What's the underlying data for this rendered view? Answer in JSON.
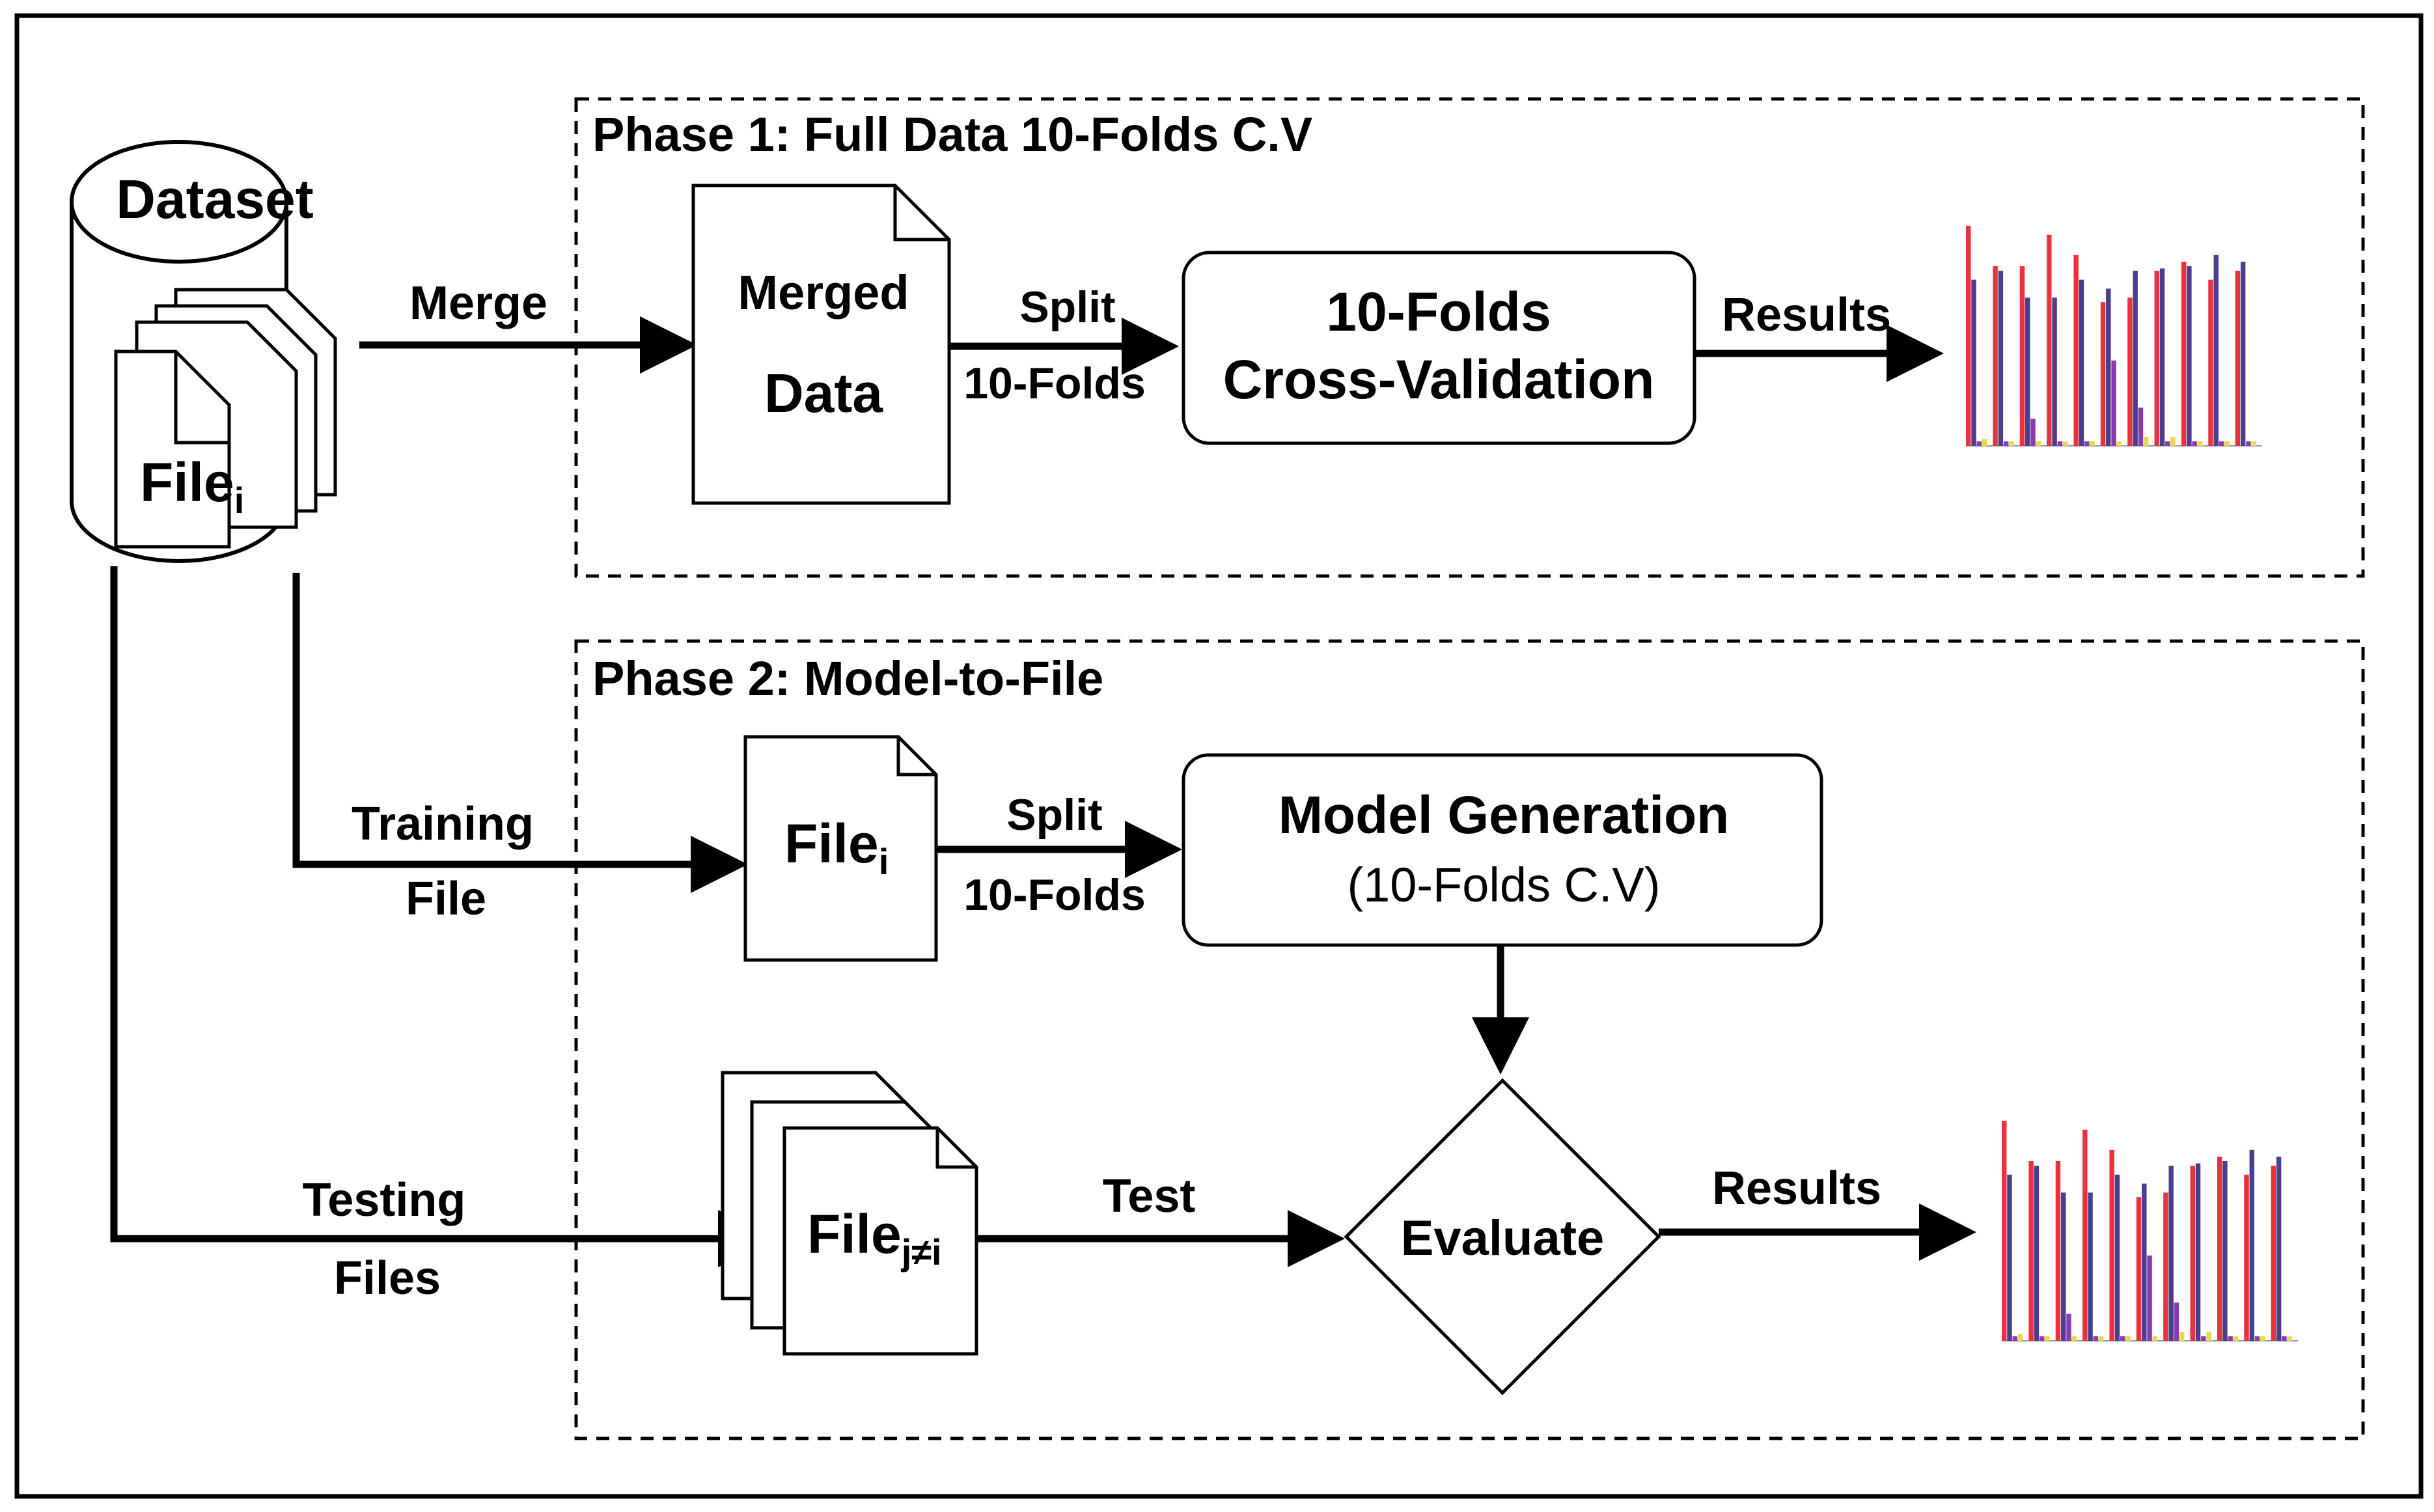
{
  "dataset": {
    "title": "Dataset",
    "file_label": "File",
    "file_sub": "i"
  },
  "phase1": {
    "title": "Phase 1: Full Data 10-Folds C.V",
    "merge_label": "Merge",
    "merged_line1": "Merged",
    "merged_line2": "Data",
    "split_line1": "Split",
    "split_line2": "10-Folds",
    "cv_line1": "10-Folds",
    "cv_line2": "Cross-Validation",
    "results_label": "Results"
  },
  "phase2": {
    "title": "Phase 2: Model-to-File",
    "training_line1": "Training",
    "training_line2": "File",
    "file_label": "File",
    "file_sub": "i",
    "split_line1": "Split",
    "split_line2": "10-Folds",
    "model_line1": "Model Generation",
    "model_line2": "(10-Folds C.V)",
    "testing_line1": "Testing",
    "testing_line2": "Files",
    "test_file_label": "File",
    "test_file_sub": "j≠i",
    "test_label": "Test",
    "evaluate_label": "Evaluate",
    "results_label": "Results"
  },
  "colors": {
    "ink": "#000000",
    "bar_red": "#e8323c",
    "bar_blue": "#4a3f8f",
    "bar_yellow": "#e8d84a",
    "bar_green": "#3cc86a",
    "bar_purple": "#8a3ab0"
  }
}
